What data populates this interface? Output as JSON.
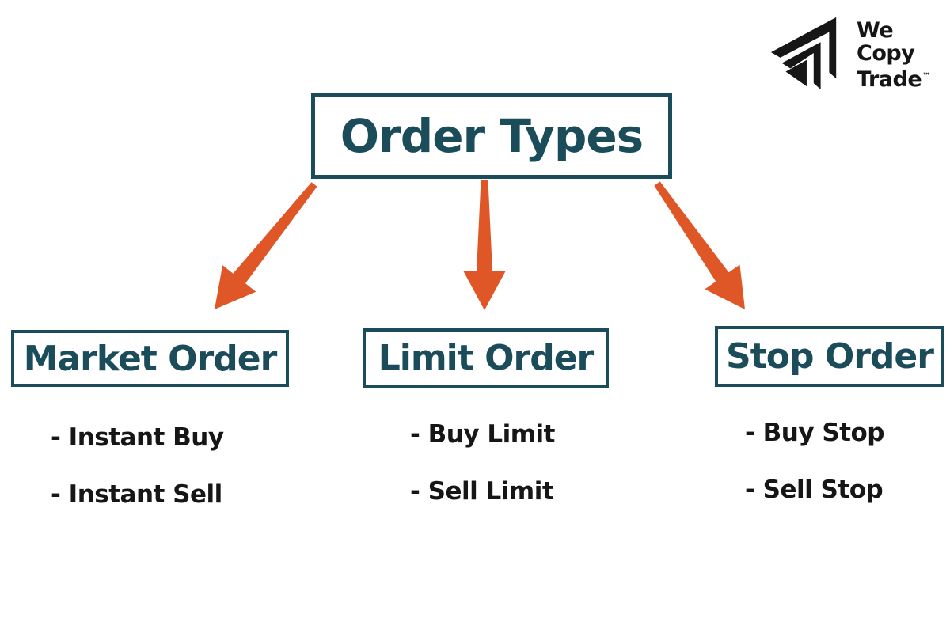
{
  "brand": {
    "name_line1": "We",
    "name_line2": "Copy",
    "name_line3": "Trade",
    "trademark": "™"
  },
  "diagram": {
    "title": "Order Types",
    "branches": [
      {
        "label": "Market Order",
        "items": [
          "- Instant Buy",
          "- Instant Sell"
        ]
      },
      {
        "label": "Limit Order",
        "items": [
          "- Buy Limit",
          "- Sell Limit"
        ]
      },
      {
        "label": "Stop Order",
        "items": [
          "- Buy Stop",
          "- Sell Stop"
        ]
      }
    ],
    "colors": {
      "accent_teal": "#1B4C5A",
      "arrow_orange": "#DF5627",
      "text_black": "#161616"
    }
  }
}
